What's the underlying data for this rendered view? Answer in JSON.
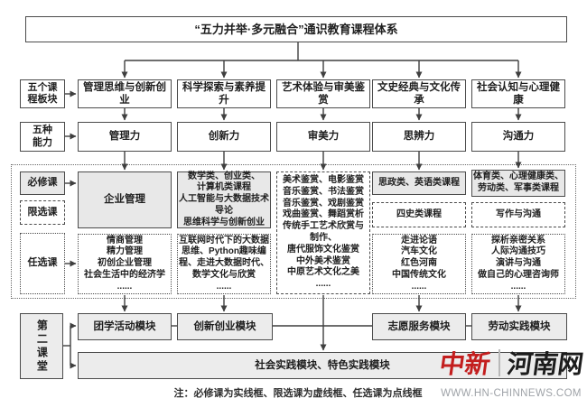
{
  "title": "“五力并举·多元融合”通识教育课程体系",
  "colors": {
    "accent_red": "#c31e1e",
    "box_fill": "#e8e8e8",
    "border": "#4b4b4b"
  },
  "left_labels": {
    "plates": [
      "五个课",
      "程板块"
    ],
    "abilities": [
      "五种",
      "能力"
    ],
    "second_classroom": "第二课堂"
  },
  "course_types": {
    "required": "必修课",
    "limited": "限选课",
    "optional": "任选课"
  },
  "plates": [
    "管理思维与创新创业",
    "科学探索与素养提升",
    "艺术体验与审美鉴赏",
    "文史经典与文化传承",
    "社会认知与心理健康"
  ],
  "abilities": [
    "管理力",
    "创新力",
    "审美力",
    "思辨力",
    "沟通力"
  ],
  "courses": {
    "col1": {
      "required": "企业管理",
      "optional": [
        "情商管理",
        "精力管理",
        "初创企业管理",
        "社会生活中的经济学",
        "......"
      ]
    },
    "col2": {
      "required": [
        "数学类、创业类、",
        "计算机类课程",
        "人工智能与大数据技术",
        "导论",
        "思维科学与创新创业"
      ],
      "optional": [
        "互联网时代下的大数据",
        "思维、Python趣味编",
        "程、走进大数据时代、",
        "数学文化与欣赏",
        "......"
      ]
    },
    "col3": {
      "limited": [
        "美术鉴赏、电影鉴赏",
        "音乐鉴赏、书法鉴赏",
        "音乐鉴赏、戏剧鉴赏",
        "戏曲鉴赏、舞蹈赏析",
        "传统手工艺术欣赏与",
        "制作、",
        "唐代服饰文化鉴赏",
        "中外美术鉴赏",
        "中原艺术文化之美",
        "......"
      ]
    },
    "col4": {
      "required": "思政类、英语类课程",
      "limited": "四史类课程",
      "optional": [
        "走进论语",
        "汽车文化",
        "红色河南",
        "中国传统文化",
        "......"
      ]
    },
    "col5": {
      "required": [
        "体育类、心理健康类、",
        "劳动类、军事类课程"
      ],
      "limited": "写作与沟通",
      "optional": [
        "探析亲密关系",
        "人际沟通技巧",
        "演讲与沟通",
        "做自己的心理咨询师",
        "......"
      ]
    }
  },
  "second_classroom_modules": [
    "团学活动模块",
    "创新创业模块",
    "志愿服务模块",
    "劳动实践模块"
  ],
  "wide_module": "社会实践模块、特色实践模块",
  "note": "注：必修课为实线框、限选课为虚线框、任选课为点线框",
  "watermark": {
    "brand_left": "中新",
    "brand_right": "河南网",
    "url": "WWW.HN-CHINNEWS.COM"
  }
}
